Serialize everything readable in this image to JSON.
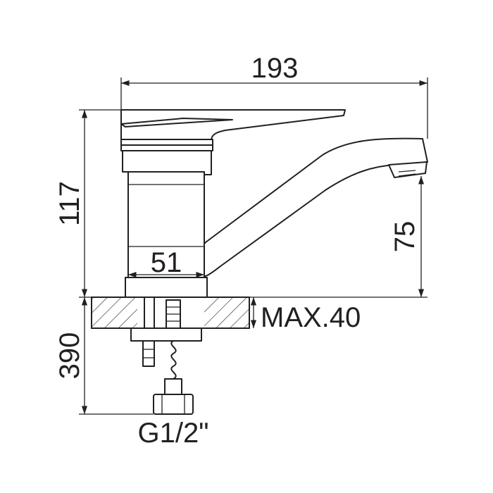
{
  "drawing": {
    "dim_overall_width": "193",
    "dim_height": "117",
    "dim_spout_height": "75",
    "dim_body_diameter": "51",
    "dim_max_thickness": "MAX.40",
    "dim_hose_length": "390",
    "dim_thread": "G1/2\""
  }
}
